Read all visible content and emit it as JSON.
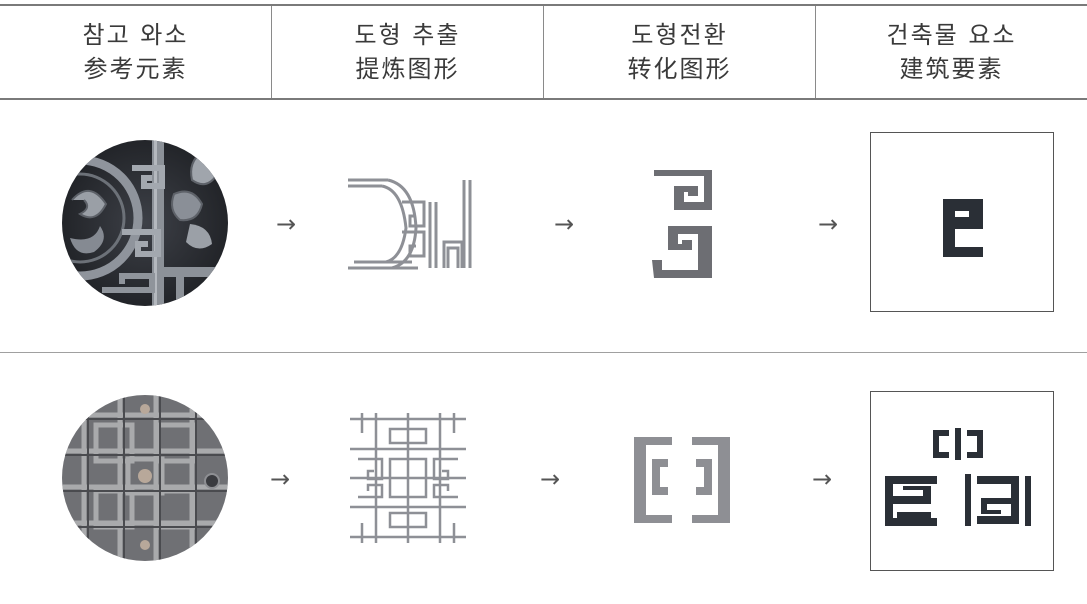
{
  "header": {
    "columns": [
      {
        "ko": "참고 와소",
        "zh": "参考元素"
      },
      {
        "ko": "도형 추출",
        "zh": "提炼图形"
      },
      {
        "ko": "도형전환",
        "zh": "转化图形"
      },
      {
        "ko": "건축물 요소",
        "zh": "建筑要素"
      }
    ]
  },
  "arrow_glyph": "→",
  "colors": {
    "rule": "#7a7a7a",
    "extracted_stroke": "#8e9096",
    "converted_fill": "#6d6e73",
    "architectural_fill": "#2a2f36"
  }
}
